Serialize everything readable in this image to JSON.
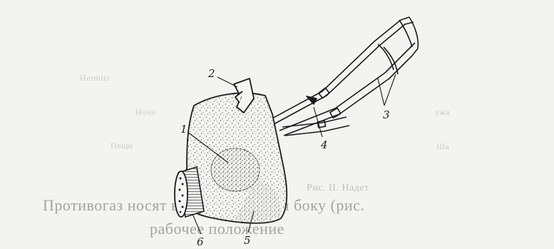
{
  "figure": {
    "callouts": [
      {
        "id": "1",
        "text": "1"
      },
      {
        "id": "2",
        "text": "2"
      },
      {
        "id": "3",
        "text": "3"
      },
      {
        "id": "4",
        "text": "4"
      },
      {
        "id": "5",
        "text": "5"
      },
      {
        "id": "6",
        "text": "6"
      }
    ]
  },
  "bleed_through": {
    "caption": "Рис. II. Надет",
    "line1": "Противогаз носят в сумке на левом боку (рис.",
    "line2": "рабочее положение",
    "fragment_a": "Hermits",
    "fragment_b": "Ночи",
    "fragment_c": "Пещн",
    "fragment_d": "ужа",
    "fragment_e": "Ша"
  },
  "colors": {
    "background": "#f3f3f1",
    "ink": "#1b1b1b",
    "bleed": "#b0b0ad"
  }
}
